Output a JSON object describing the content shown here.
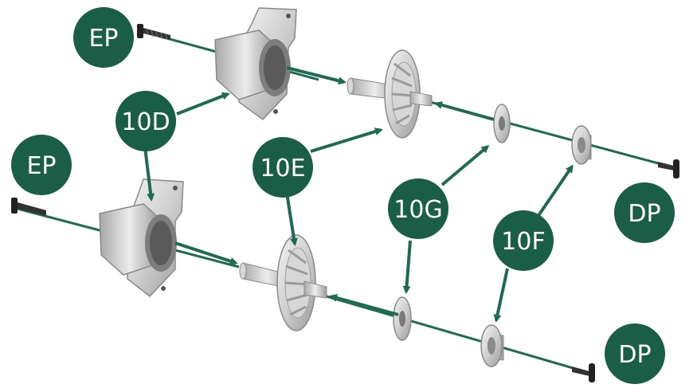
{
  "labels": {
    "ep": "EP",
    "d10": "10D",
    "e10": "10E",
    "g10": "10G",
    "f10": "10F",
    "dp": "DP"
  },
  "colors": {
    "badge": "#1b5e47",
    "arrow": "#1f6a52",
    "metal_light": "#e8e8e8",
    "metal_mid": "#bdbdbd",
    "metal_dark": "#8a8a8a",
    "screw": "#2b2b2b"
  }
}
